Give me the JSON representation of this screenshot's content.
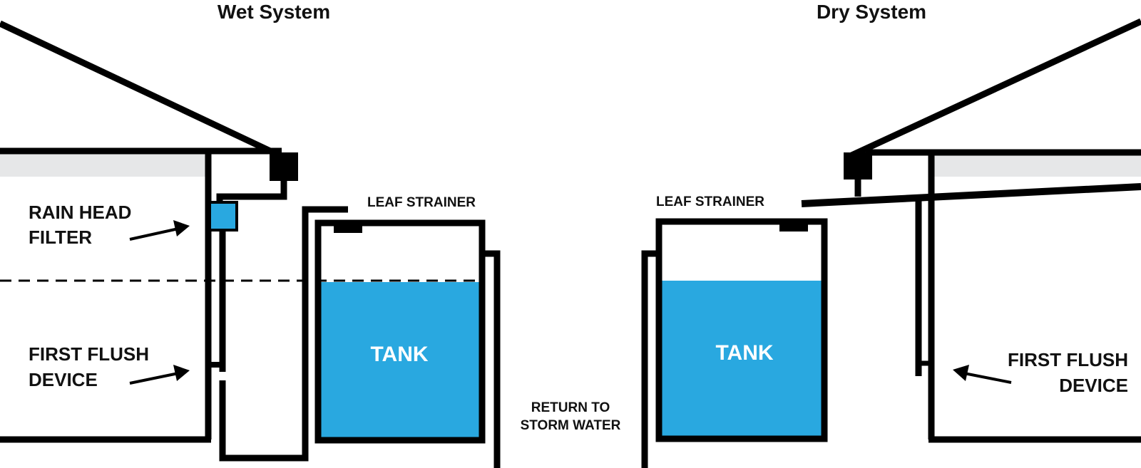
{
  "titles": {
    "wet": "Wet System",
    "dry": "Dry System"
  },
  "labels": {
    "rain_head_filter": [
      "RAIN HEAD",
      "FILTER"
    ],
    "first_flush_left": [
      "FIRST FLUSH",
      "DEVICE"
    ],
    "first_flush_right": [
      "FIRST FLUSH",
      "DEVICE"
    ],
    "leaf_strainer_left": "LEAF STRAINER",
    "leaf_strainer_right": "LEAF STRAINER",
    "return_to_storm_water": [
      "RETURN TO",
      "STORM WATER"
    ],
    "tank_left": "TANK",
    "tank_right": "TANK"
  },
  "colors": {
    "line": "#000000",
    "water": "#29a8e0",
    "wall_shade": "#e6e7e8",
    "tank_text": "#ffffff"
  }
}
